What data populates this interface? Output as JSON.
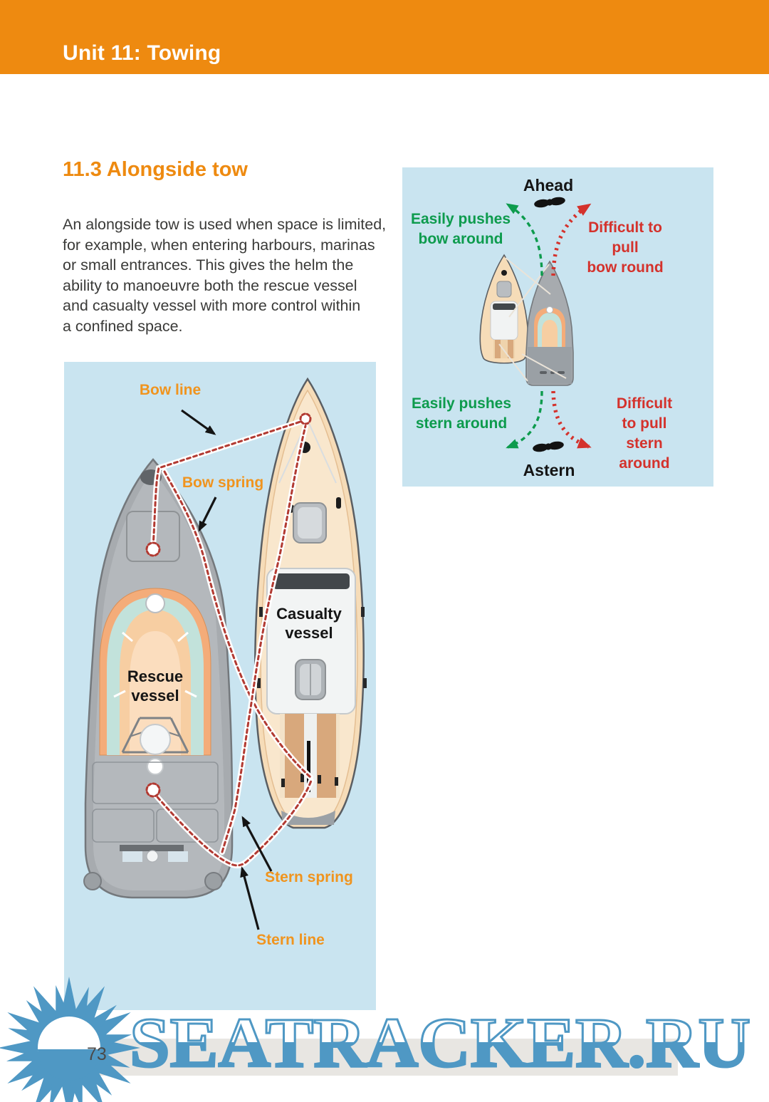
{
  "header": {
    "title": "Unit 11: Towing"
  },
  "article": {
    "heading": "11.3 Alongside tow",
    "body_lines": [
      "An alongside tow is used when space is limited,",
      "for example, when entering harbours, marinas",
      "or small entrances. This gives the helm the",
      "ability to manoeuvre both the rescue vessel",
      "and casualty vessel with more control within",
      "a confined space."
    ]
  },
  "steering_diagram": {
    "ahead": "Ahead",
    "astern": "Astern",
    "push_bow_lines": [
      "Easily pushes",
      "bow around"
    ],
    "pull_bow_lines": [
      "Difficult to pull",
      "bow round"
    ],
    "push_stern_lines": [
      "Easily pushes",
      "stern around"
    ],
    "pull_stern_lines": [
      "Difficult to pull",
      "stern around"
    ]
  },
  "tow_diagram": {
    "bow_line": "Bow line",
    "bow_spring": "Bow spring",
    "stern_spring": "Stern spring",
    "stern_line": "Stern line",
    "rescue_vessel_lines": [
      "Rescue",
      "vessel"
    ],
    "casualty_vessel_lines": [
      "Casualty",
      "vessel"
    ]
  },
  "footer": {
    "page_number": "73",
    "watermark_text": "SEATRACKER.RU"
  },
  "icons": {
    "propeller_ahead": "propeller-icon",
    "propeller_astern": "propeller-icon",
    "sun_logo": "seatracker-sun-logo"
  },
  "colors": {
    "header_orange": "#EE8A10",
    "label_orange": "#F0941E",
    "diagram_background": "#C9E4F0",
    "push_green": "#0D9B4D",
    "pull_red": "#D4322C",
    "rope_red": "#B23A32",
    "watermark_blue": "#4F98C4"
  }
}
